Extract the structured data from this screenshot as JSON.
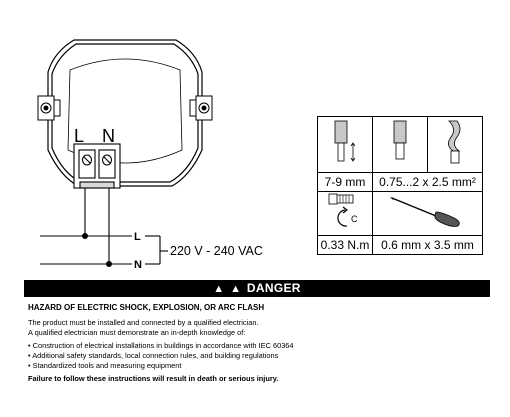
{
  "wiring": {
    "terminal_L": "L",
    "terminal_N": "N",
    "wire_L": "L",
    "wire_N": "N",
    "voltage": "220 V - 240 VAC"
  },
  "specs": {
    "strip_length": "7-9 mm",
    "cable_section": "0.75...2 x 2.5 mm²",
    "torque": "0.33 N.m",
    "screwdriver": "0.6 mm x 3.5 mm",
    "torque_direction_letter": "C",
    "icons": [
      "stripped-wire-icon",
      "wire-end-icon",
      "twisted-wire-icon",
      "screw-icon",
      "rotation-arrow-icon",
      "screwdriver-icon"
    ]
  },
  "danger": {
    "header": "DANGER",
    "title": "HAZARD OF ELECTRIC SHOCK, EXPLOSION, OR ARC FLASH",
    "intro1": "The product must be installed and connected by a qualified electrician.",
    "intro2": "A qualified electrician must demonstrate an in-depth knowledge of:",
    "items": [
      "Construction of electrical installations in buildings in accordance with IEC 60364",
      "Additional safety standards, local connection rules, and building regulations",
      "Standardized tools and measuring equipment"
    ],
    "failure": "Failure to follow these instructions will result in death or serious injury."
  },
  "colors": {
    "line": "#000000",
    "danger_bg": "#000000",
    "danger_text": "#ffffff",
    "wire_fill": "#d9d9d9"
  }
}
